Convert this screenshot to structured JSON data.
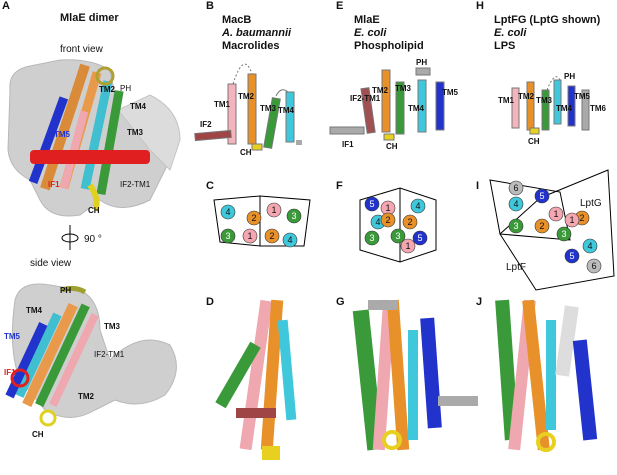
{
  "panels": {
    "A": {
      "letter": "A",
      "title": "MlaE dimer",
      "front_view": "front view",
      "side_view": "side view",
      "rotation": "90 °",
      "labels": {
        "TM2": "TM2",
        "PH": "PH",
        "TM4": "TM4",
        "TM5": "TM5",
        "TM3": "TM3",
        "IF1": "IF1",
        "IF2_TM1": "IF2-TM1",
        "CH": "CH"
      }
    },
    "B": {
      "letter": "B",
      "line1": "MacB",
      "line2": "A. baumannii",
      "line3": "Macrolides",
      "labels": {
        "TM1": "TM1",
        "TM2": "TM2",
        "TM3": "TM3",
        "TM4": "TM4",
        "IF2": "IF2",
        "CH": "CH"
      }
    },
    "C": {
      "letter": "C",
      "circles": [
        "4",
        "2",
        "1",
        "3",
        "3",
        "1",
        "2",
        "4"
      ]
    },
    "D": {
      "letter": "D"
    },
    "E": {
      "letter": "E",
      "line1": "MlaE",
      "line2": "E. coli",
      "line3": "Phospholipid",
      "labels": {
        "IF2_TM1": "IF2-TM1",
        "TM2": "TM2",
        "TM3": "TM3",
        "PH": "PH",
        "TM4": "TM4",
        "TM5": "TM5",
        "IF1": "IF1",
        "CH": "CH"
      }
    },
    "F": {
      "letter": "F",
      "circles": [
        "5",
        "1",
        "4",
        "2",
        "3",
        "3",
        "2",
        "4",
        "1",
        "5"
      ]
    },
    "G": {
      "letter": "G"
    },
    "H": {
      "letter": "H",
      "line1": "LptFG (LptG shown)",
      "line2": "E. coli",
      "line3": "LPS",
      "labels": {
        "TM1": "TM1",
        "TM2": "TM2",
        "TM3": "TM3",
        "PH": "PH",
        "TM4": "TM4",
        "TM5": "TM5",
        "TM6": "TM6",
        "CH": "CH"
      }
    },
    "I": {
      "letter": "I",
      "circles": [
        "6",
        "5",
        "4",
        "1",
        "3",
        "2",
        "3",
        "2",
        "1",
        "4",
        "5",
        "6"
      ],
      "lptg": "LptG",
      "lptf": "LptF"
    },
    "J": {
      "letter": "J"
    }
  }
}
